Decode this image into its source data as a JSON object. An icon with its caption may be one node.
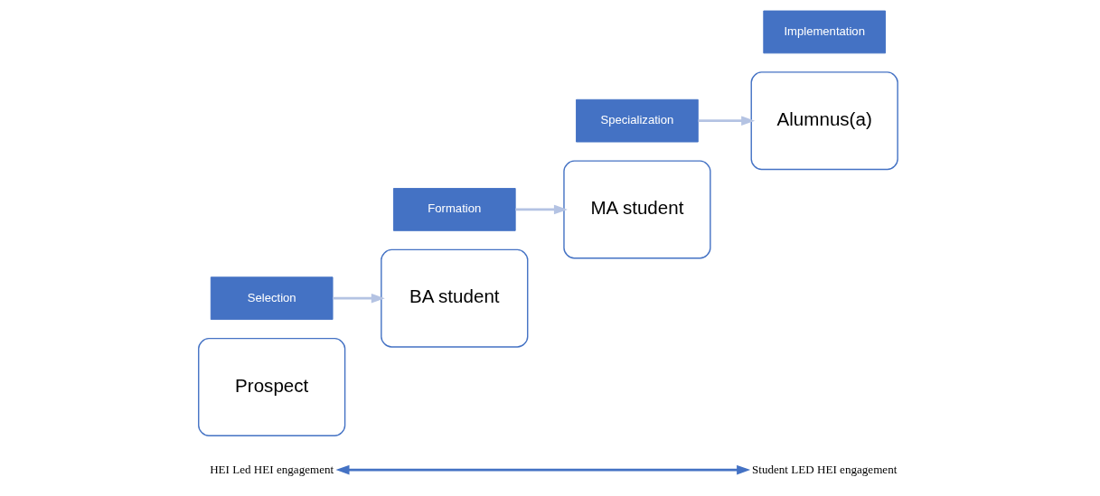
{
  "diagram": {
    "nodes": [
      {
        "text": [
          "Prospect"
        ]
      },
      {
        "text": [
          "Selection"
        ]
      },
      {
        "text": [
          "BA student"
        ]
      },
      {
        "text": [
          "Formation"
        ]
      },
      {
        "text": [
          "MA student"
        ]
      },
      {
        "text": [
          "Specialization"
        ]
      },
      {
        "text": [
          "Alumnus(a)"
        ]
      },
      {
        "text": [
          "Implementation"
        ]
      },
      {
        "text": [
          "HEI Led HEI engagement"
        ]
      },
      {
        "text": [
          "Student LED HEI engagement"
        ]
      }
    ],
    "edges": [
      {
        "from": 1,
        "to": 2,
        "arrow": "to"
      },
      {
        "from": 3,
        "to": 4,
        "arrow": "to"
      },
      {
        "from": 5,
        "to": 6,
        "arrow": "to"
      },
      {
        "from": 8,
        "to": 9,
        "arrow": "both",
        "color": "#4472c4"
      }
    ]
  }
}
